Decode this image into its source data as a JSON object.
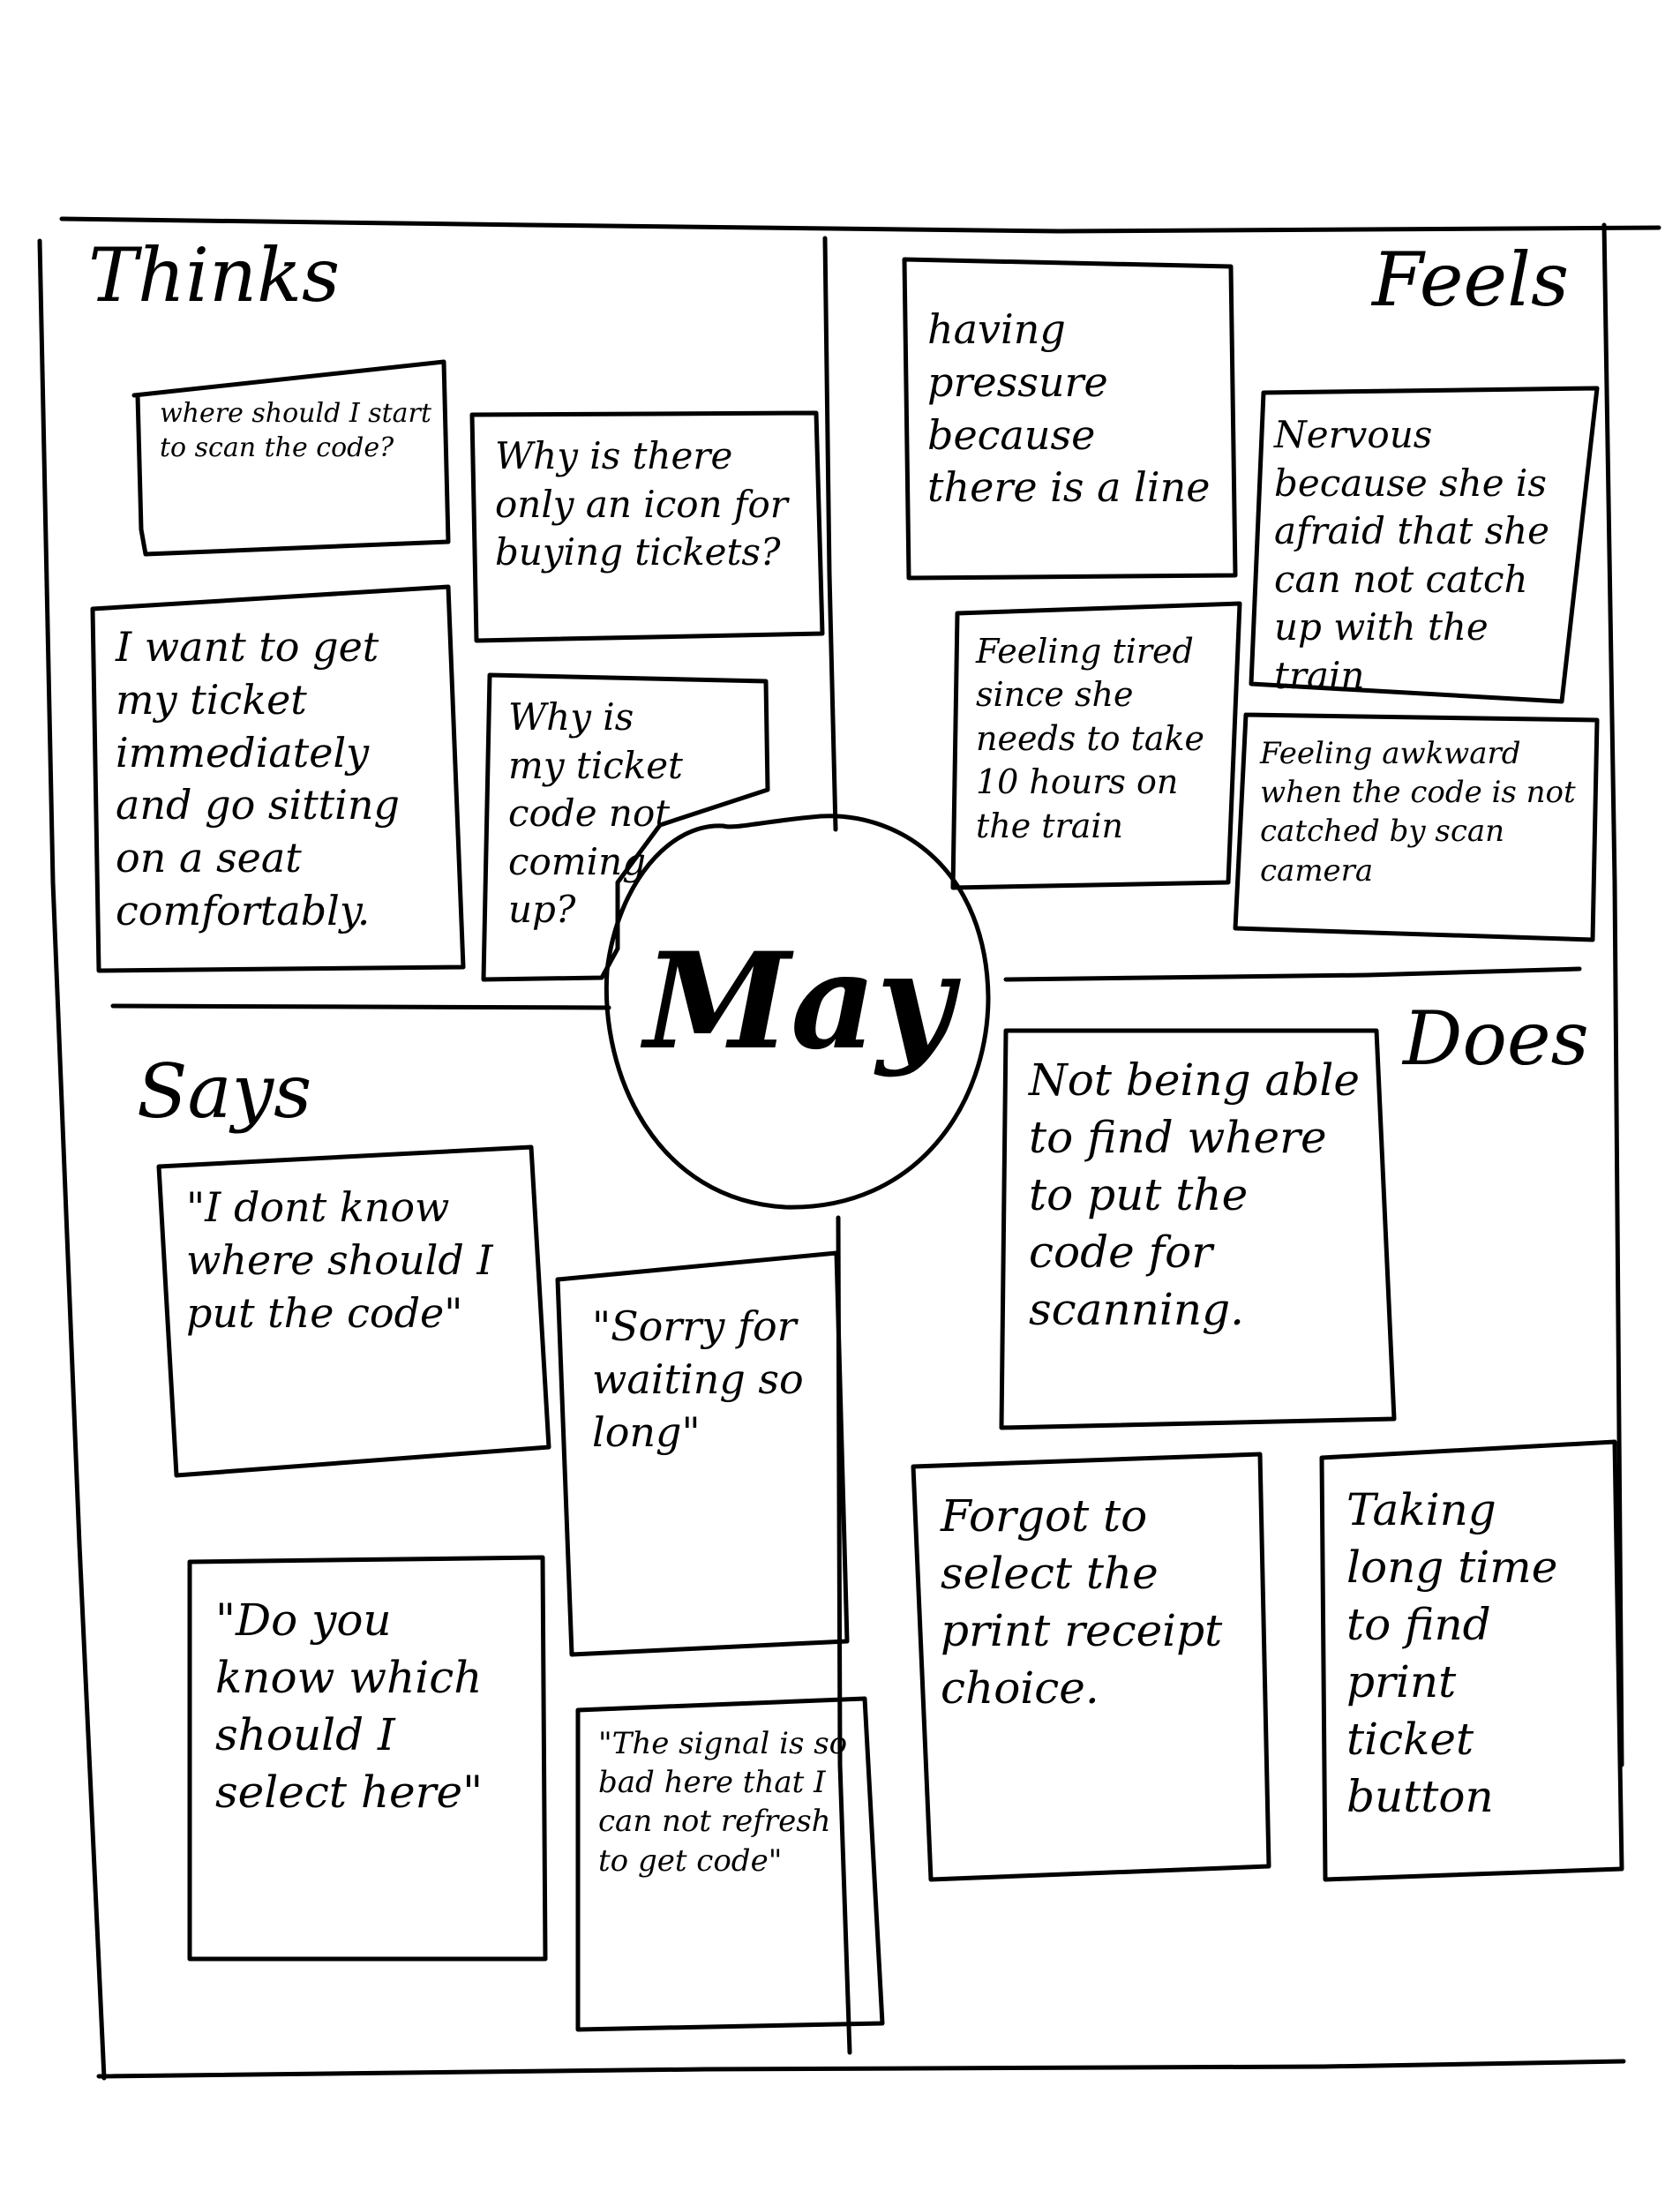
{
  "persona": "May",
  "quadrants": {
    "thinks": {
      "title": "Thinks",
      "notes": [
        "where should I start to scan the code?",
        "Why is there only an icon for buying tickets?",
        "I want to get my ticket immediately and go sitting on a seat comfortably.",
        "Why is my ticket code not coming up?"
      ]
    },
    "feels": {
      "title": "Feels",
      "notes": [
        "having pressure because there is a line",
        "Nervous because she is afraid that she can not catch up with the train",
        "Feeling tired since she needs to take 10 hours on the train",
        "Feeling awkward when the code is not catched by scan camera"
      ]
    },
    "says": {
      "title": "Says",
      "notes": [
        "\"I dont know where should I put the code\"",
        "\"Sorry for waiting so long\"",
        "\"Do you know which should I select here\"",
        "\"The signal is so bad here that I can not refresh to get code\""
      ]
    },
    "does": {
      "title": "Does",
      "notes": [
        "Not being able to find where to put the code for scanning.",
        "Forgot to select the print receipt choice.",
        "Taking long time to find print ticket button"
      ]
    }
  }
}
